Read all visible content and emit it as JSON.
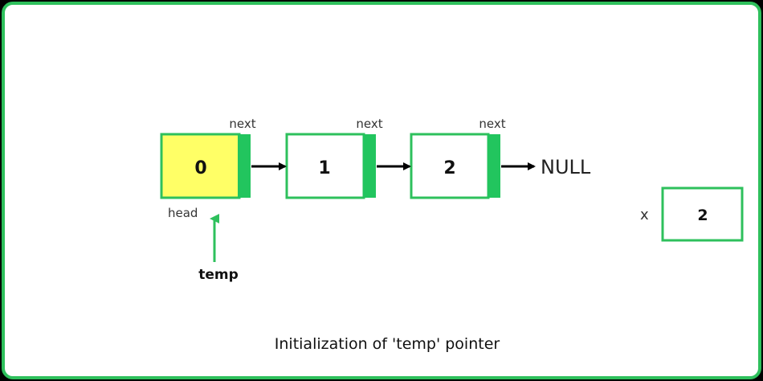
{
  "diagram": {
    "caption": "Initialization of 'temp' pointer",
    "nodes": [
      {
        "value": "0",
        "pointer_label": "next",
        "highlighted": true
      },
      {
        "value": "1",
        "pointer_label": "next",
        "highlighted": false
      },
      {
        "value": "2",
        "pointer_label": "next",
        "highlighted": false
      }
    ],
    "null_label": "NULL",
    "head_label": "head",
    "temp_label": "temp",
    "x_variable": {
      "name": "x",
      "value": "2"
    }
  },
  "colors": {
    "frame": "#2ec05c",
    "node_border": "#2ec05c",
    "pointer_fill": "#22c55e",
    "highlight_fill": "#ffff66",
    "node_fill": "#ffffff",
    "arrow": "#000000",
    "temp_arrow": "#2ec05c",
    "text": "#111111"
  }
}
